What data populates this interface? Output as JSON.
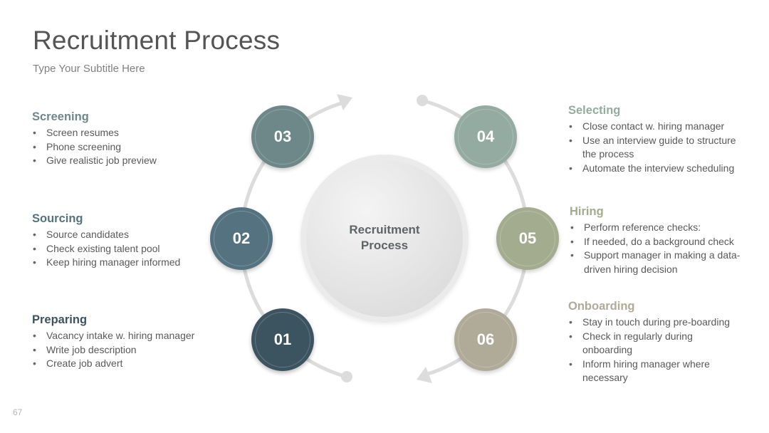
{
  "slide": {
    "title": "Recruitment Process",
    "subtitle": "Type Your Subtitle Here",
    "page_number": "67"
  },
  "center": {
    "line1": "Recruitment",
    "line2": "Process"
  },
  "colors": {
    "step01": "#3c5360",
    "step02": "#557280",
    "step03": "#6e8889",
    "step04": "#93aba0",
    "step05": "#a3ac8f",
    "step06": "#afab98",
    "arc": "#dcdcdc"
  },
  "steps": [
    {
      "number": "01"
    },
    {
      "number": "02"
    },
    {
      "number": "03"
    },
    {
      "number": "04"
    },
    {
      "number": "05"
    },
    {
      "number": "06"
    }
  ],
  "left_blocks": [
    {
      "heading": "Screening",
      "items": [
        "Screen resumes",
        "Phone screening",
        "Give realistic job preview"
      ]
    },
    {
      "heading": "Sourcing",
      "items": [
        "Source candidates",
        "Check existing talent pool",
        "Keep hiring manager informed"
      ]
    },
    {
      "heading": "Preparing",
      "items": [
        "Vacancy intake w. hiring manager",
        "Write job description",
        "Create job advert"
      ]
    }
  ],
  "right_blocks": [
    {
      "heading": "Selecting",
      "items": [
        "Close contact w. hiring manager",
        "Use an interview guide to structure the process",
        "Automate the interview scheduling"
      ]
    },
    {
      "heading": "Hiring",
      "items": [
        "Perform reference checks:",
        "If needed, do a background check",
        "Support manager in making a data-driven hiring decision"
      ]
    },
    {
      "heading": "Onboarding",
      "items": [
        "Stay in touch during pre-boarding",
        "Check in regularly during onboarding",
        "Inform hiring manager where necessary"
      ]
    }
  ]
}
